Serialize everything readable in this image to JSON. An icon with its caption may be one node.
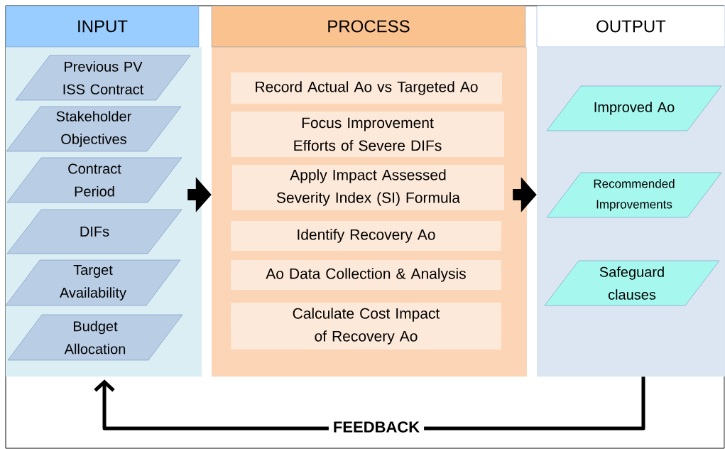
{
  "diagram": {
    "nodes": [
      {
        "text": [
          "INPUT"
        ]
      },
      {
        "text": [
          "Previous PV ISS Contract"
        ],
        "in": 0
      },
      {
        "text": [
          "Stakeholder Objectives"
        ],
        "in": 0
      },
      {
        "text": [
          "Contract Period"
        ],
        "in": 0
      },
      {
        "text": [
          "DIFs"
        ],
        "in": 0
      },
      {
        "text": [
          "Target Availability"
        ],
        "in": 0
      },
      {
        "text": [
          "Budget Allocation"
        ],
        "in": 0
      },
      {
        "text": [
          "PROCESS"
        ]
      },
      {
        "text": [
          "Record Actual Ao vs Targeted Ao"
        ],
        "in": 7
      },
      {
        "text": [
          "Focus Improvement Efforts of Severe DIFs"
        ],
        "in": 7
      },
      {
        "text": [
          "Apply Impact Assessed Severity Index (SI) Formula"
        ],
        "in": 7
      },
      {
        "text": [
          "Identify Recovery Ao"
        ],
        "in": 7
      },
      {
        "text": [
          "Ao Data Collection & Analysis"
        ],
        "in": 7
      },
      {
        "text": [
          "Calculate Cost Impact of Recovery Ao"
        ],
        "in": 7
      },
      {
        "text": [
          "OUTPUT"
        ]
      },
      {
        "text": [
          "Improved Ao"
        ],
        "in": 14
      },
      {
        "text": [
          "Recommended Improvements"
        ],
        "in": 14
      },
      {
        "text": [
          "Safeguard clauses"
        ],
        "in": 14
      }
    ],
    "edges": [
      {
        "from": 0,
        "to": 7,
        "arrow": "to"
      },
      {
        "from": 7,
        "to": 14,
        "arrow": "to"
      },
      {
        "from": 14,
        "to": 0,
        "arrow": "to",
        "label": "FEEDBACK"
      }
    ]
  }
}
